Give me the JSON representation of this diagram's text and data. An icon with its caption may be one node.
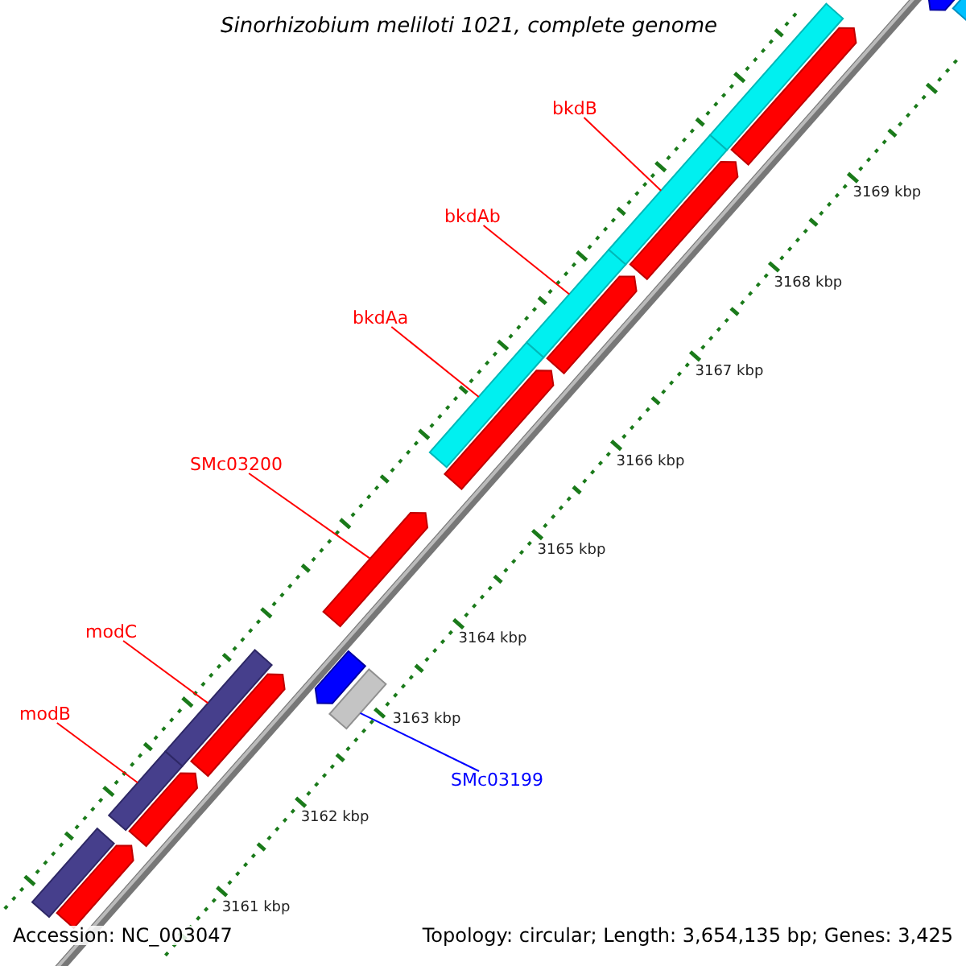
{
  "diagram": {
    "title": "Sinorhizobium meliloti 1021, complete genome",
    "nodes": [
      {
        "text": [
          "bkdB"
        ]
      },
      {
        "text": [
          "bkdAb"
        ]
      },
      {
        "text": [
          "bkdAa"
        ]
      },
      {
        "text": [
          "SMc03200"
        ]
      },
      {
        "text": [
          "modC"
        ]
      },
      {
        "text": [
          "modB"
        ]
      },
      {
        "text": [
          "SMc03199"
        ]
      },
      {
        "text": [],
        "shape": "bar"
      },
      {
        "text": [],
        "shape": "arrow"
      },
      {
        "text": [],
        "shape": "bar"
      },
      {
        "text": [],
        "shape": "arrow"
      },
      {
        "text": [],
        "shape": "bar"
      },
      {
        "text": [],
        "shape": "arrow"
      },
      {
        "text": [],
        "shape": "bar"
      },
      {
        "text": [],
        "shape": "arrow"
      },
      {
        "text": [],
        "shape": "bar"
      },
      {
        "text": [],
        "shape": "arrow"
      },
      {
        "text": [],
        "shape": "arrow"
      },
      {
        "text": [],
        "shape": "arrow"
      },
      {
        "text": [],
        "shape": "bar"
      },
      {
        "text": [],
        "shape": "bar"
      },
      {
        "text": [],
        "shape": "arrow"
      },
      {
        "text": [],
        "shape": "bar"
      },
      {
        "text": [],
        "shape": "arrow"
      },
      {
        "text": [],
        "shape": "bar"
      },
      {
        "text": [],
        "shape": "arrow"
      }
    ],
    "edges": [
      {
        "from": 0,
        "to": 11,
        "arrow": "none"
      },
      {
        "from": 1,
        "to": 13,
        "arrow": "none"
      },
      {
        "from": 2,
        "to": 15,
        "arrow": "none"
      },
      {
        "from": 3,
        "to": 17,
        "arrow": "none"
      },
      {
        "from": 4,
        "to": 20,
        "arrow": "none"
      },
      {
        "from": 5,
        "to": 22,
        "arrow": "none"
      },
      {
        "from": 6,
        "to": 19,
        "arrow": "none",
        "color": "#0000ff"
      }
    ],
    "labels": [
      "3169 kbp",
      "3168 kbp",
      "3167 kbp",
      "3166 kbp",
      "3165 kbp",
      "3164 kbp",
      "3163 kbp",
      "3162 kbp",
      "3161 kbp",
      "Accession: NC_003047",
      "Topology: circular; Length: 3,654,135 bp; Genes: 3,425"
    ]
  }
}
